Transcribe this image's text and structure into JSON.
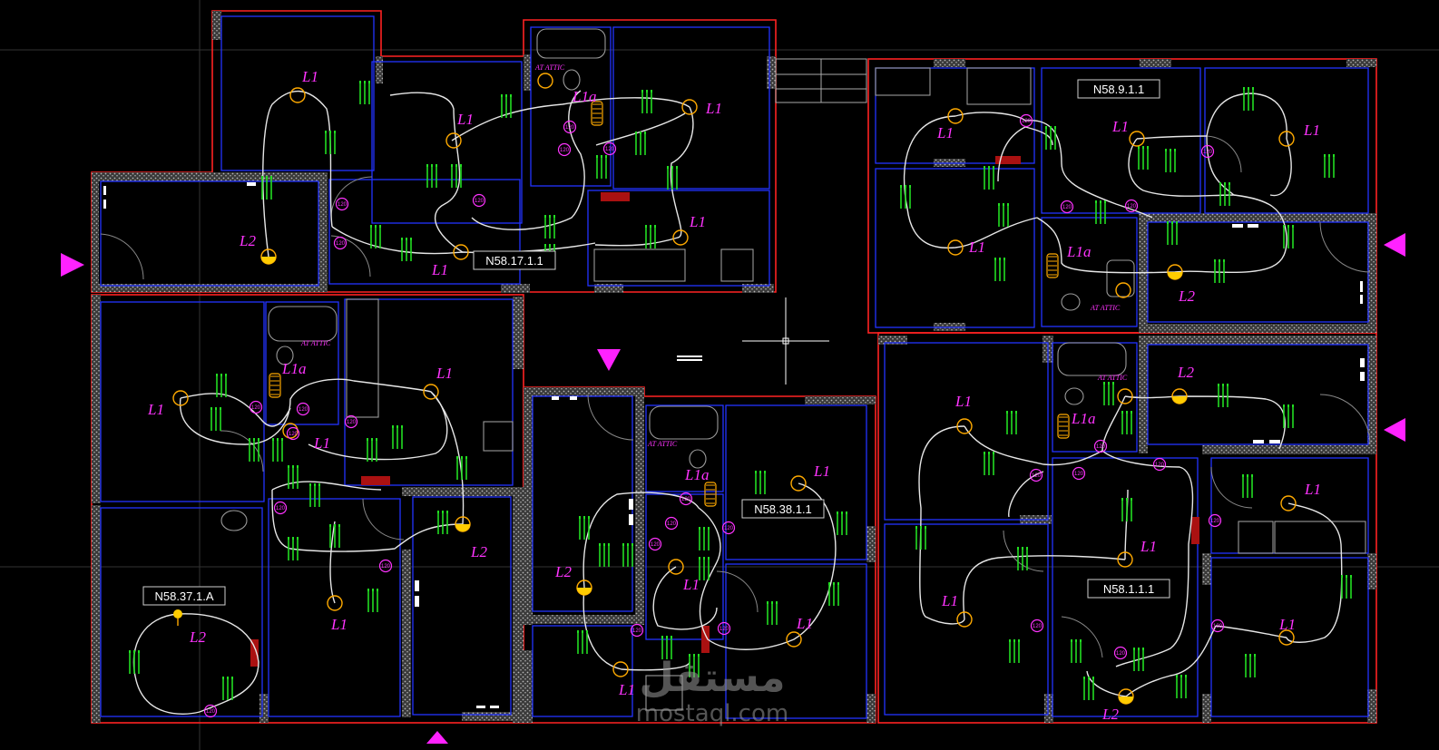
{
  "drawing": {
    "background": "#000000",
    "colors": {
      "wall_outline": "#ff2222",
      "room_outline": "#2233ff",
      "hatch": "#9a9a9a",
      "wire": "#e6e6e6",
      "fixture": "#ffaa00",
      "label": "#ff33ff",
      "socket": "#22dd22"
    },
    "unit_tags": [
      {
        "id": "u1",
        "text": "N58.17.1.1"
      },
      {
        "id": "u2",
        "text": "N58.9.1.1"
      },
      {
        "id": "u3",
        "text": "N58.38.1.1"
      },
      {
        "id": "u4",
        "text": "N58.37.1.A"
      },
      {
        "id": "u5",
        "text": "N58.1.1.1"
      }
    ],
    "circuit_labels": {
      "l1": "L1",
      "l1a": "L1a",
      "l2": "L2"
    },
    "attic_note": "AT ATTIC",
    "junction_tag": "120",
    "watermark": {
      "arabic": "مستقل",
      "latin": "mostaql.com"
    },
    "entry_markers": [
      {
        "id": "m1",
        "dir": "right",
        "icon": "triangle-right-icon"
      },
      {
        "id": "m2",
        "dir": "down",
        "icon": "triangle-down-icon"
      },
      {
        "id": "m3",
        "dir": "left",
        "icon": "triangle-left-icon"
      },
      {
        "id": "m4",
        "dir": "left",
        "icon": "triangle-left-icon"
      },
      {
        "id": "m5",
        "dir": "up",
        "icon": "triangle-up-icon"
      }
    ]
  }
}
